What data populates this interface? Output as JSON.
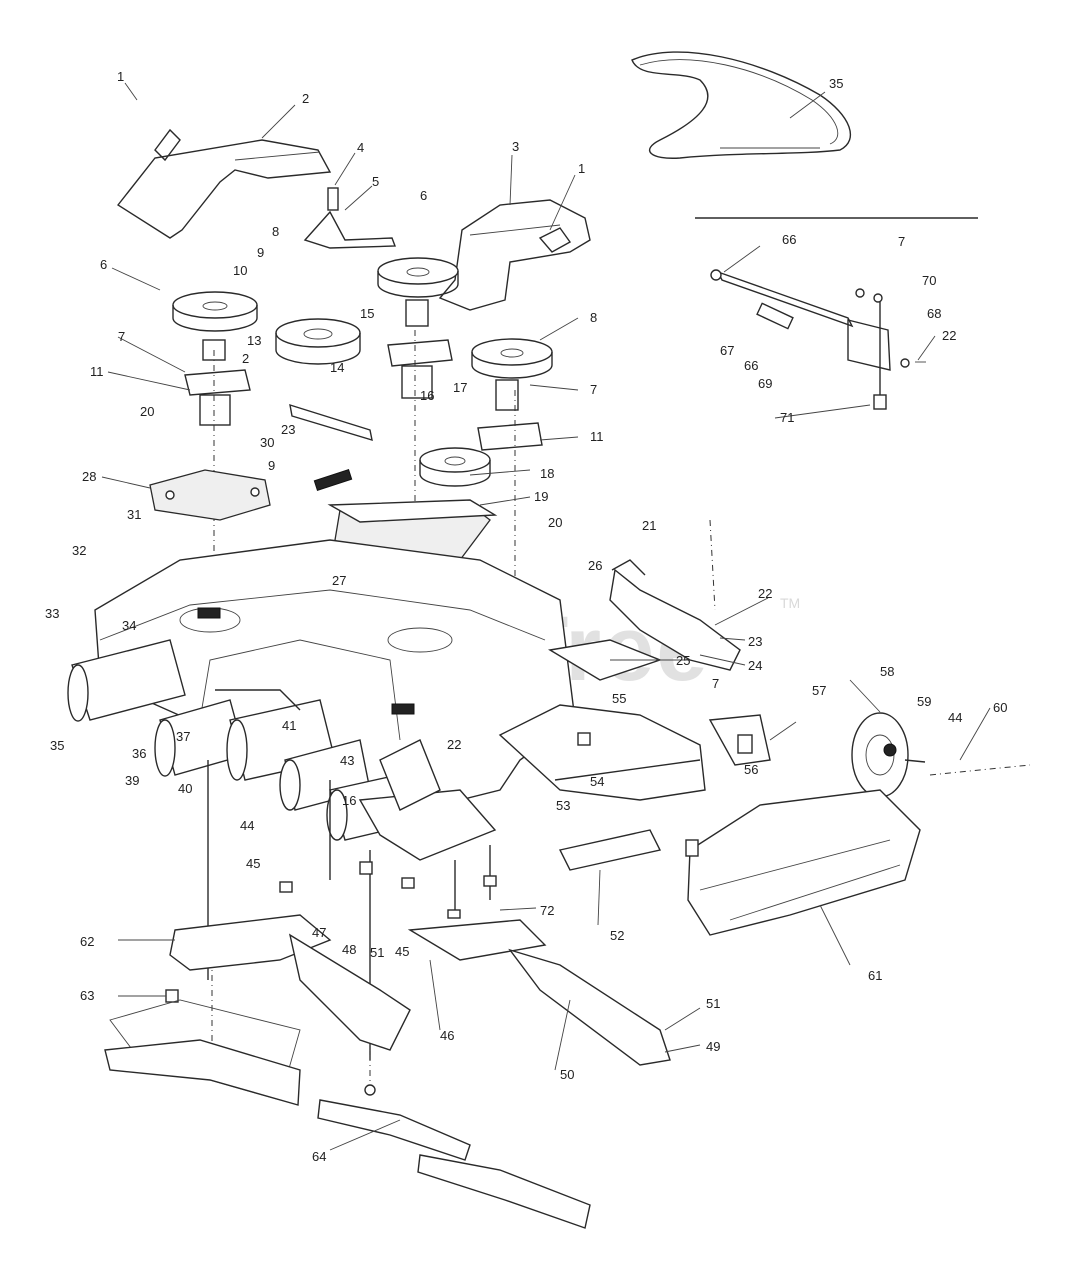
{
  "watermark": {
    "text": "PartsTree",
    "trademark": "TM"
  },
  "labels": [
    {
      "text": "1"
    },
    {
      "text": "2"
    },
    {
      "text": "4"
    },
    {
      "text": "5"
    },
    {
      "text": "3"
    },
    {
      "text": "1"
    },
    {
      "text": "35"
    },
    {
      "text": "6"
    },
    {
      "text": "8"
    },
    {
      "text": "9"
    },
    {
      "text": "10"
    },
    {
      "text": "6"
    },
    {
      "text": "15"
    },
    {
      "text": "8"
    },
    {
      "text": "7"
    },
    {
      "text": "2"
    },
    {
      "text": "13"
    },
    {
      "text": "14"
    },
    {
      "text": "11"
    },
    {
      "text": "7"
    },
    {
      "text": "17"
    },
    {
      "text": "16"
    },
    {
      "text": "11"
    },
    {
      "text": "20"
    },
    {
      "text": "23"
    },
    {
      "text": "30"
    },
    {
      "text": "9"
    },
    {
      "text": "18"
    },
    {
      "text": "28"
    },
    {
      "text": "19"
    },
    {
      "text": "31"
    },
    {
      "text": "20"
    },
    {
      "text": "26"
    },
    {
      "text": "32"
    },
    {
      "text": "27"
    },
    {
      "text": "21"
    },
    {
      "text": "33"
    },
    {
      "text": "34"
    },
    {
      "text": "22"
    },
    {
      "text": "23"
    },
    {
      "text": "24"
    },
    {
      "text": "25"
    },
    {
      "text": "35"
    },
    {
      "text": "36"
    },
    {
      "text": "37"
    },
    {
      "text": "41"
    },
    {
      "text": "55"
    },
    {
      "text": "7"
    },
    {
      "text": "57"
    },
    {
      "text": "58"
    },
    {
      "text": "59"
    },
    {
      "text": "44"
    },
    {
      "text": "60"
    },
    {
      "text": "39"
    },
    {
      "text": "40"
    },
    {
      "text": "43"
    },
    {
      "text": "22"
    },
    {
      "text": "56"
    },
    {
      "text": "54"
    },
    {
      "text": "53"
    },
    {
      "text": "44"
    },
    {
      "text": "16"
    },
    {
      "text": "45"
    },
    {
      "text": "52"
    },
    {
      "text": "61"
    },
    {
      "text": "72"
    },
    {
      "text": "47"
    },
    {
      "text": "48"
    },
    {
      "text": "51"
    },
    {
      "text": "45"
    },
    {
      "text": "62"
    },
    {
      "text": "63"
    },
    {
      "text": "46"
    },
    {
      "text": "50"
    },
    {
      "text": "51"
    },
    {
      "text": "49"
    },
    {
      "text": "64"
    },
    {
      "text": "66"
    },
    {
      "text": "7"
    },
    {
      "text": "70"
    },
    {
      "text": "68"
    },
    {
      "text": "22"
    },
    {
      "text": "67"
    },
    {
      "text": "66"
    },
    {
      "text": "69"
    },
    {
      "text": "71"
    }
  ]
}
